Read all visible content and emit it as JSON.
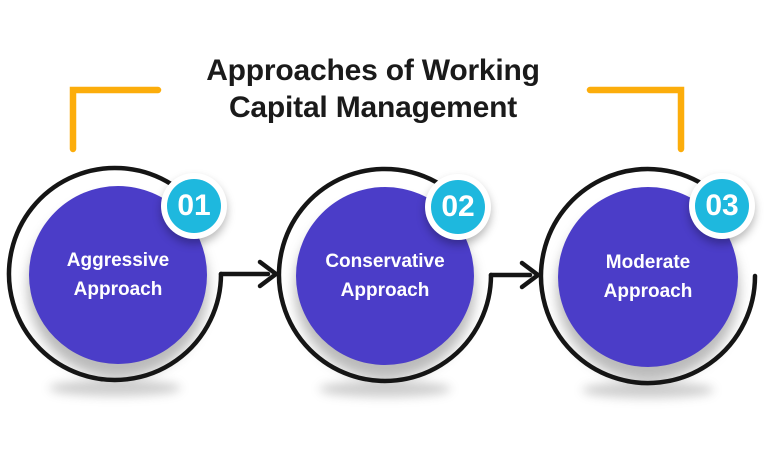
{
  "title": {
    "line1": "Approaches of Working",
    "line2": "Capital Management"
  },
  "steps": [
    {
      "number": "01",
      "label": "Aggressive Approach"
    },
    {
      "number": "02",
      "label": "Conservative Approach"
    },
    {
      "number": "03",
      "label": "Moderate Approach"
    }
  ],
  "colors": {
    "circle_fill": "#4B3DC8",
    "badge_fill": "#1EB8DE",
    "bracket_accent": "#FCAD0B",
    "line_stroke": "#151515",
    "title_text": "#1A1A1A",
    "circle_text": "#FFFFFF"
  },
  "icons": {
    "connector_1": "arrow-right-icon",
    "connector_2": "arrow-right-icon",
    "title_left": "corner-bracket-left-icon",
    "title_right": "corner-bracket-right-icon"
  }
}
